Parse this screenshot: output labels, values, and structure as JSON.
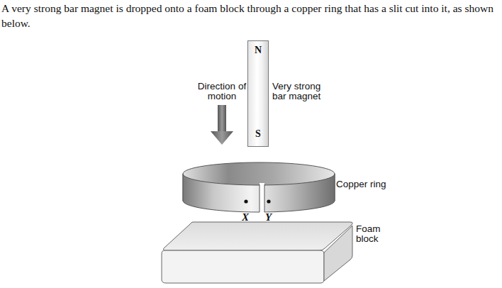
{
  "diagram": {
    "title": "A very strong bar magnet is dropped onto a foam block through a copper ring that has a slit cut into it, as shown below.",
    "nodes": [
      {
        "text": [
          "N",
          "S"
        ]
      }
    ],
    "labels": [
      "Direction of motion",
      "Very strong bar magnet",
      "Copper ring",
      "X",
      "Y",
      "Foam block"
    ]
  }
}
